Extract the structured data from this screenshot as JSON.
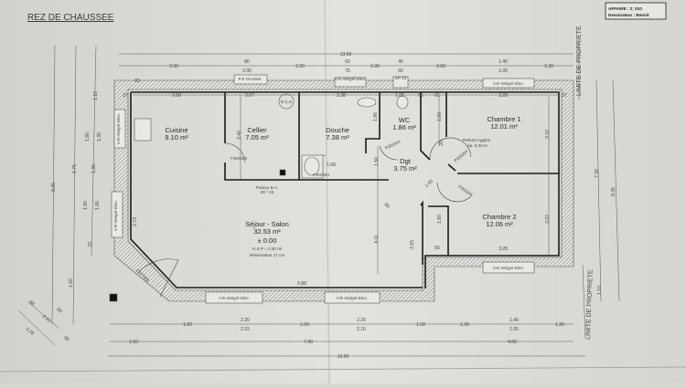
{
  "title": "REZ DE CHAUSSEE",
  "cartouche": {
    "affaire": "AFFAIRE : Z_010",
    "dessinateur": "Dessinateur : Benoit"
  },
  "property_limit": "LIMITE DE PROPRIETE",
  "rooms": [
    {
      "name": "Cuisine",
      "area": "9.10 m²"
    },
    {
      "name": "Cellier",
      "area": "7.05 m²"
    },
    {
      "name": "Douche",
      "area": "7.38 m²"
    },
    {
      "name": "WC",
      "area": "1.86 m²"
    },
    {
      "name": "Chambre 1",
      "area": "12.01 m²"
    },
    {
      "name": "Dgt",
      "area": "3.75 m²"
    },
    {
      "name": "Chambre 2",
      "area": "12.06 m²"
    },
    {
      "name": "Séjour - Salon",
      "area": "32.53 m²"
    }
  ],
  "sejour_extra": {
    "level": "± 0.00",
    "hsp": "H.S.P = 2.50 ml",
    "reservation": "Réservation 17 cm"
  },
  "labels": {
    "ps_occulus": "P.S Occulus",
    "vr": "V.R Intégré Elec.",
    "sp10": "SP 10",
    "ecs": "E.C.S",
    "poteau": "Poteau B.A.",
    "poteau_size": "20 * 20",
    "refend": "Refend Agglos",
    "refend_ep": "ép.  0.20 m",
    "entree": "ENTREE",
    "door": "P.83/204"
  },
  "dimensions": {
    "top_total": "13.00",
    "top_row": [
      "3.30",
      "80",
      "2.00",
      "2.20",
      "60",
      "75",
      "1.00",
      "40",
      "60",
      "2.00",
      "1.40",
      "1.05",
      "1.30"
    ],
    "inner_top": [
      "37",
      "2.60",
      "2.07",
      "2.38",
      "1.05",
      "65",
      "3.28",
      "37"
    ],
    "inner": [
      "3.40",
      "1.68",
      "1.86",
      "1.50",
      "1.80",
      "20",
      "1.50",
      "4.11",
      "3.15",
      "1.80",
      "65",
      "3.28",
      "3.22",
      "3.22",
      "6.88",
      "2.73",
      "90",
      "65",
      "65"
    ],
    "bottom_row": [
      "1.00",
      "2.20",
      "2.15",
      "1.00",
      "2.20",
      "2.15",
      "1.00",
      "1.30",
      "1.40",
      "1.05",
      "1.30"
    ],
    "bottom_row2": [
      "1.60",
      "7.40",
      "4.00"
    ],
    "bottom_total": "13.00",
    "left": [
      "8.35",
      "6.75",
      "1.60",
      "1.10",
      "1.80",
      "1.35",
      "1.35",
      "1.80",
      "1.05",
      "70"
    ],
    "diagonal": [
      "68",
      "80",
      "2.15",
      "68",
      "2.26"
    ],
    "right": [
      "7.26",
      "1.10",
      "8.35"
    ]
  },
  "colors": {
    "paper": "#d9d9d4",
    "wall": "#1a1a1a",
    "hatch": "#777777",
    "dim_line": "#555555"
  }
}
